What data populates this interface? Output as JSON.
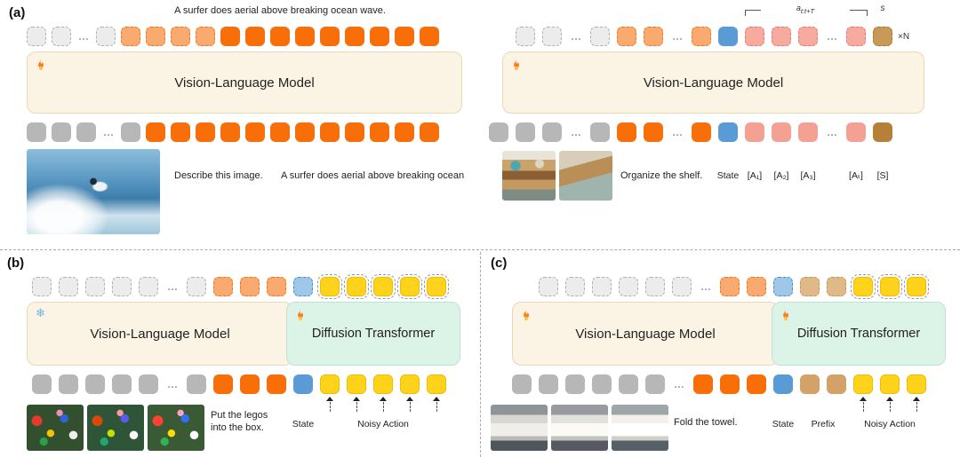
{
  "glyphs": {
    "ellipsis": "…",
    "snowflake": "❄",
    "xn": "×N"
  },
  "palette": {
    "orange": "#f86f0a",
    "orange_light": "#f9aa70",
    "gray": "#b7b7b7",
    "blue": "#5b9bd5",
    "pink": "#f2a193",
    "brown": "#b68038",
    "tan": "#d2a269",
    "yellow": "#ffd21c",
    "vlm_bg": "#fbf4e4",
    "dit_bg": "#dcf3e8"
  },
  "panel_a": {
    "label": "(a)",
    "left": {
      "top_caption": "A surfer does aerial above breaking ocean wave.",
      "model_label": "Vision-Language Model",
      "prompt": "Describe this image.",
      "output": "A surfer does aerial above breaking ocean",
      "top_tokens": [
        "gray-d",
        "gray-d",
        "dots",
        "gray-d",
        "orange-d",
        "orange-d",
        "orange-d",
        "orange-d",
        "orange",
        "orange",
        "orange",
        "orange",
        "orange",
        "orange",
        "orange",
        "orange",
        "orange"
      ],
      "bottom_tokens": [
        "gray",
        "gray",
        "gray",
        "dots",
        "gray",
        "orange",
        "orange",
        "orange",
        "orange",
        "orange",
        "orange",
        "orange",
        "orange",
        "orange",
        "orange",
        "orange",
        "orange"
      ]
    },
    "right": {
      "model_label": "Vision-Language Model",
      "prompt": "Organize the shelf.",
      "state_label": "State",
      "action_labels": [
        "[A₁]",
        "[A₂]",
        "[A₃]"
      ],
      "action_t_label": "[Aₜ]",
      "s_token_label": "[S]",
      "bracket_var": "a",
      "bracket_sub": "t:t+T",
      "s_var": "s",
      "xn_label": "×N",
      "top_tokens": [
        "gray-d",
        "gray-d",
        "dots",
        "gray-d",
        "orange-d",
        "orange-d",
        "dots",
        "orange-d",
        "blue",
        "pink-d",
        "pink-d",
        "pink-d",
        "dots",
        "pink-d",
        "brown-d"
      ],
      "bottom_tokens": [
        "gray",
        "gray",
        "gray",
        "dots",
        "gray",
        "orange",
        "orange",
        "dots",
        "orange",
        "blue",
        "pink",
        "pink",
        "pink",
        "dots",
        "pink",
        "brown"
      ]
    }
  },
  "panel_b": {
    "label": "(b)",
    "vlm_label": "Vision-Language Model",
    "dit_label": "Diffusion Transformer",
    "prompt": "Put the legos into the box.",
    "state_label": "State",
    "noisy_label": "Noisy Action",
    "top_tokens": [
      "gray-d",
      "gray-d",
      "gray-d",
      "gray-d",
      "gray-d",
      "dots",
      "gray-d",
      "orange-d",
      "orange-d",
      "orange-d",
      "blue-d",
      "yellow ring",
      "yellow ring",
      "yellow ring",
      "yellow ring",
      "yellow ring"
    ],
    "bottom_tokens": [
      "gray",
      "gray",
      "gray",
      "gray",
      "gray",
      "dots",
      "gray",
      "orange",
      "orange",
      "orange",
      "blue",
      "yellow arrowed",
      "yellow arrowed",
      "yellow arrowed",
      "yellow arrowed",
      "yellow arrowed"
    ]
  },
  "panel_c": {
    "label": "(c)",
    "vlm_label": "Vision-Language Model",
    "dit_label": "Diffusion Transformer",
    "prompt": "Fold the towel.",
    "state_label": "State",
    "prefix_label": "Prefix",
    "noisy_label": "Noisy Action",
    "top_tokens": [
      "gray-d",
      "gray-d",
      "gray-d",
      "gray-d",
      "gray-d",
      "gray-d",
      "dots",
      "orange-d",
      "orange-d",
      "blue-d",
      "tan-d",
      "tan-d",
      "yellow ring",
      "yellow ring",
      "yellow ring"
    ],
    "bottom_tokens": [
      "gray",
      "gray",
      "gray",
      "gray",
      "gray",
      "gray",
      "dots",
      "orange",
      "orange",
      "orange",
      "blue",
      "tan",
      "tan",
      "yellow arrowed",
      "yellow arrowed",
      "yellow arrowed"
    ]
  }
}
